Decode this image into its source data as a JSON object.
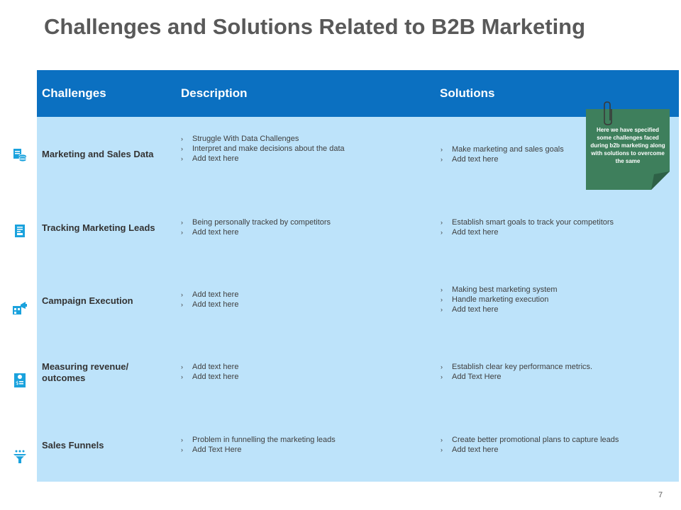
{
  "title": "Challenges and Solutions Related to B2B Marketing",
  "headers": {
    "challenges": "Challenges",
    "description": "Description",
    "solutions": "Solutions"
  },
  "rows": [
    {
      "icon": "database-icon",
      "challenge": "Marketing and Sales Data",
      "description": [
        "Struggle With Data Challenges",
        "Interpret and make decisions about the data",
        "Add text here"
      ],
      "solutions": [
        "Make marketing and sales goals",
        "Add text here"
      ]
    },
    {
      "icon": "document-icon",
      "challenge": "Tracking Marketing Leads",
      "description": [
        "Being personally tracked by competitors",
        "Add text here"
      ],
      "solutions": [
        "Establish smart goals to track your competitors",
        "Add text here"
      ]
    },
    {
      "icon": "megaphone-icon",
      "challenge": "Campaign Execution",
      "description": [
        "Add text here",
        "Add text here"
      ],
      "solutions": [
        "Making best marketing system",
        "Handle marketing execution",
        "Add text here"
      ]
    },
    {
      "icon": "revenue-icon",
      "challenge": "Measuring revenue/ outcomes",
      "description": [
        "Add text here",
        "Add text here"
      ],
      "solutions": [
        "Establish clear key performance metrics.",
        "Add Text Here"
      ]
    },
    {
      "icon": "funnel-icon",
      "challenge": "Sales Funnels",
      "description": [
        "Problem in funnelling the marketing leads",
        "Add Text Here"
      ],
      "solutions": [
        "Create better promotional plans to capture leads",
        "Add text here"
      ]
    }
  ],
  "note": "Here we have specified some challenges faced during b2b marketing along with solutions to overcome the same",
  "page_number": "7",
  "colors": {
    "header_bg": "#0b70c1",
    "table_bg": "#bde3fa",
    "note_bg": "#3e7f5c",
    "icon": "#1aa2dd",
    "title": "#595959"
  }
}
